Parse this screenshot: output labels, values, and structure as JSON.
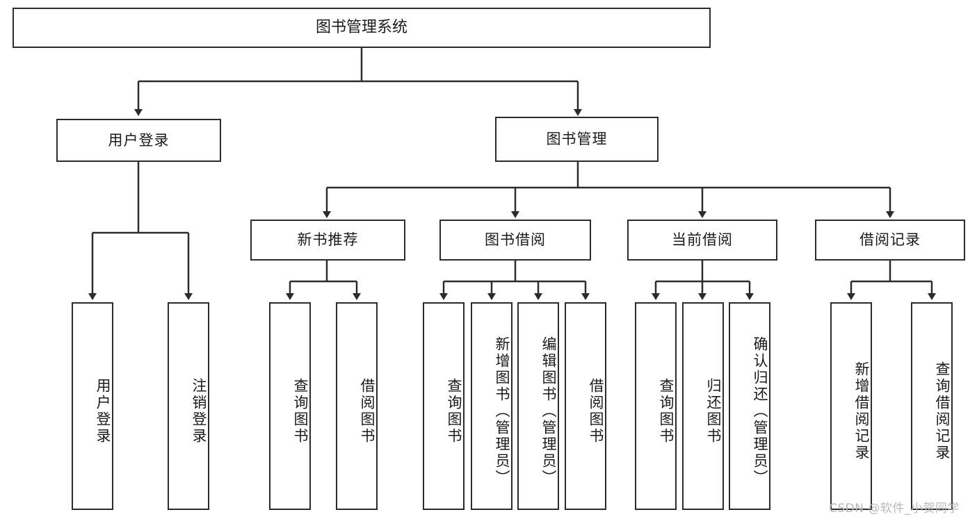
{
  "diagram": {
    "title": "图书管理系统",
    "type": "tree",
    "orientation": "top-down",
    "colors": {
      "box_border": "#2b2b2b",
      "box_fill": "#ffffff",
      "line": "#2b2b2b",
      "text": "#1a1a1a",
      "watermark": "#b9b9b9"
    },
    "root": {
      "label": "图书管理系统"
    },
    "level2": [
      {
        "label": "用户登录"
      },
      {
        "label": "图书管理"
      }
    ],
    "level3": [
      {
        "label": "新书推荐"
      },
      {
        "label": "图书借阅"
      },
      {
        "label": "当前借阅"
      },
      {
        "label": "借阅记录"
      }
    ],
    "leaves": {
      "user_login": [
        {
          "label": "用户登录"
        },
        {
          "label": "注销登录"
        }
      ],
      "new_book": [
        {
          "label": "查询图书"
        },
        {
          "label": "借阅图书"
        }
      ],
      "book_borrow": [
        {
          "label": "查询图书"
        },
        {
          "label": "新增图书（管理员）"
        },
        {
          "label": "编辑图书（管理员）"
        },
        {
          "label": "借阅图书"
        }
      ],
      "current_borrow": [
        {
          "label": "查询图书"
        },
        {
          "label": "归还图书"
        },
        {
          "label": "确认归还（管理员）"
        }
      ],
      "borrow_record": [
        {
          "label": "新增借阅记录"
        },
        {
          "label": "查询借阅记录"
        }
      ]
    }
  },
  "watermark": {
    "text": "CSDN @软件_小贺同学"
  }
}
